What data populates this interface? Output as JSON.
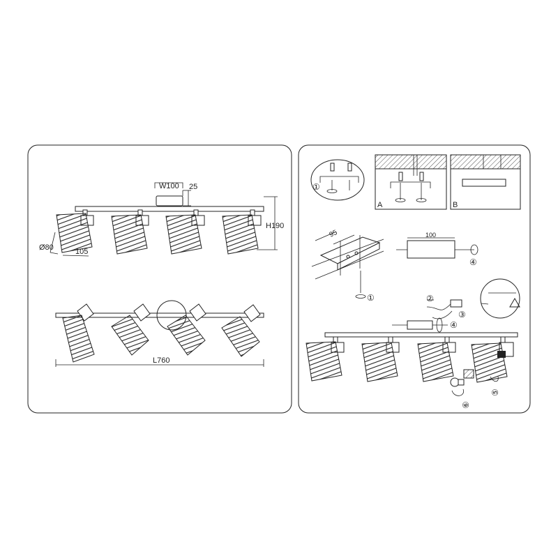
{
  "left_panel": {
    "dims": {
      "width": "W100",
      "base_depth": "25",
      "height": "H190",
      "shade_diameter": "Ø80",
      "shade_length": "105",
      "length": "L760"
    }
  },
  "right_panel": {
    "callouts": {
      "step1": "①",
      "step2": "②",
      "step3": "③",
      "step4": "④",
      "step5": "⑤",
      "step6": "⑥"
    },
    "variant_a": "A",
    "variant_b": "B",
    "bracket_hole_distance": "95",
    "canopy_length": "100"
  }
}
